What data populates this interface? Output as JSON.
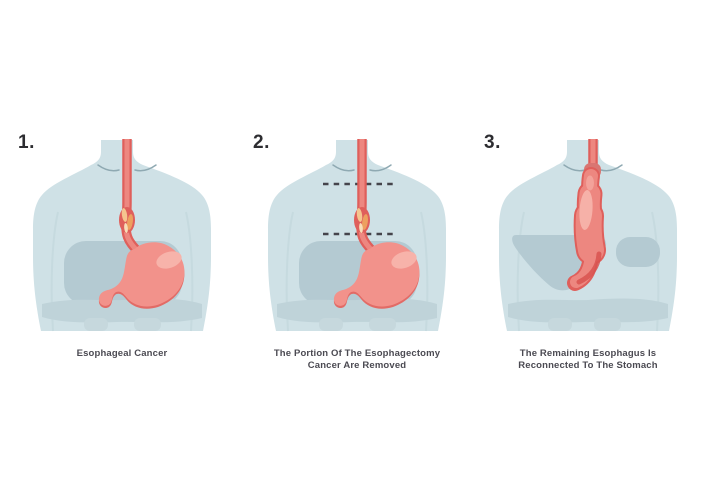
{
  "figure_title": "Esophagectomy stages infographic",
  "panels": [
    {
      "number": "1.",
      "stage": "cancer",
      "caption": "Esophageal Cancer",
      "elements": [
        "torso-silhouette",
        "internal-organs",
        "esophagus",
        "tumor",
        "stomach"
      ]
    },
    {
      "number": "2.",
      "stage": "removal",
      "caption": "The Portion Of The Esophagectomy\nCancer Are Removed",
      "elements": [
        "torso-silhouette",
        "internal-organs",
        "resection-cut-lines",
        "esophagus",
        "tumor",
        "stomach"
      ]
    },
    {
      "number": "3.",
      "stage": "reconnection",
      "caption": "The Remaining Esophagus Is\nReconnected To The Stomach",
      "elements": [
        "torso-silhouette",
        "internal-organs",
        "esophagus-stub",
        "anastomosis-junction",
        "gastric-pullup"
      ]
    }
  ],
  "colors": {
    "background": "#ffffff",
    "body": "#cfe1e6",
    "arm_seam": "#bfd5db",
    "collarbone_line": "#8fa9b2",
    "organ": "#b4cad2",
    "organ_band": "#bfd3d9",
    "organ_column": "#c6d8dd",
    "tube_edge": "#df5f5b",
    "tube_fill": "#ed8780",
    "stomach": "#f2928b",
    "stomach_dark": "#e26b66",
    "highlight": "#f7b3aa",
    "highlight_small": "#f3a29a",
    "junction": "#d97672",
    "hook_shade": "#d85450",
    "tumor_light": "#f5c58f",
    "tumor_mid": "#eda05f",
    "tumor_pale": "#f8ddb8",
    "dash_line": "#45444b",
    "caption_text": "#4b4a52",
    "number_text": "#2d2d31"
  }
}
